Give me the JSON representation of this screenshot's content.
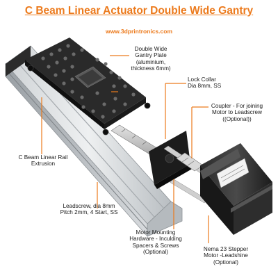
{
  "title": "C Beam Linear Actuator Double Wide Gantry",
  "website": "www.3dprintronics.com",
  "accent_color": "#ec7a1c",
  "labels": {
    "gantry_plate": [
      "Double Wide",
      "Gantry Plate",
      "(aluminium,",
      "thickness 6mm)"
    ],
    "lock_collar": [
      "Lock Collar",
      "Dia 8mm, SS"
    ],
    "coupler": [
      "Coupler - For joining",
      "Motor to Leadscrew",
      "((Optional))"
    ],
    "rail": [
      "C Beam Linear Rail",
      "Extrusion"
    ],
    "leadscrew": [
      "Leadscrew, dia 8mm",
      "Pitch 2mm, 4 Start, SS"
    ],
    "mounting": [
      "Motor Mounting",
      "Hardware - Inculding",
      "Spacers & Screws",
      "(Optional)"
    ],
    "motor": [
      "Nema 23 Stepper",
      "Motor -Leadshine",
      "(Optional)"
    ]
  }
}
